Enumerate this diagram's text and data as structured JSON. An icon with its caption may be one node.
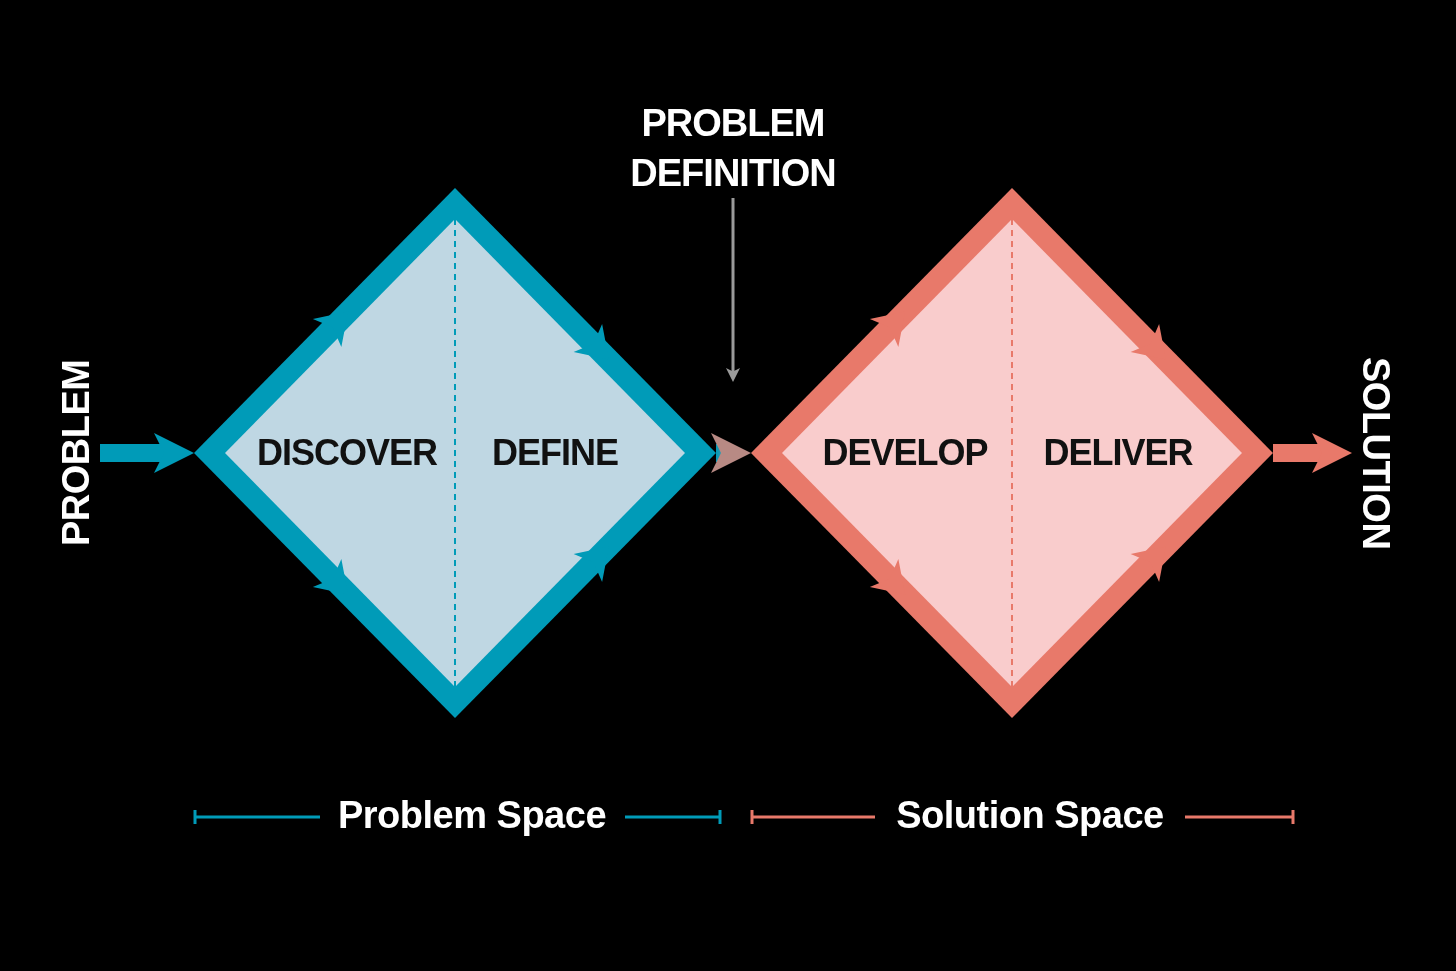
{
  "diagram": {
    "nodes": [
      {
        "text": [
          "PROBLEM"
        ]
      },
      {
        "text": [
          "DISCOVER",
          "DEFINE"
        ]
      },
      {
        "text": [
          "DEVELOP",
          "DELIVER"
        ]
      },
      {
        "text": [
          "SOLUTION"
        ]
      },
      {
        "text": [
          "PROBLEM DEFINITION"
        ]
      }
    ],
    "edges": [
      {
        "from": 0,
        "to": 1,
        "arrow": "to",
        "color": "#009bb8"
      },
      {
        "from": 1,
        "to": 2,
        "arrow": "to"
      },
      {
        "from": 2,
        "to": 3,
        "arrow": "to",
        "color": "#e8796a"
      },
      {
        "from": 4,
        "to": null,
        "arrow": "to",
        "color": "#9a9a9a"
      }
    ],
    "labels": [
      "Problem Space",
      "Solution Space"
    ]
  }
}
